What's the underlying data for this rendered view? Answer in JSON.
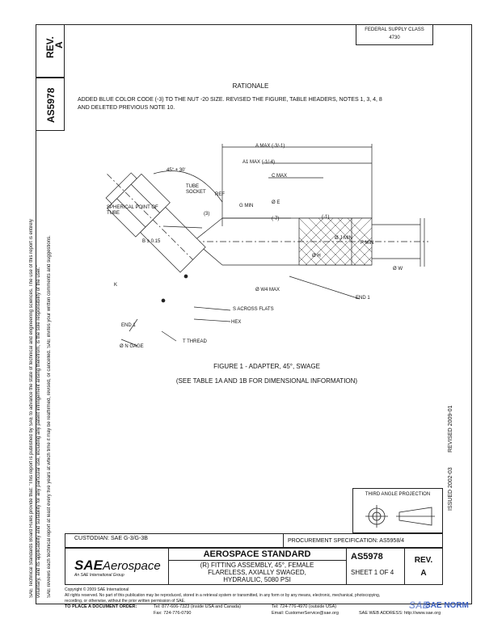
{
  "header": {
    "rev_label": "REV.",
    "rev_value": "A",
    "doc_number": "AS5978",
    "federal_supply_line1": "FEDERAL SUPPLY CLASS",
    "federal_supply_line2": "4730"
  },
  "left_margin": {
    "line1": "SAE Technical Standards Board Rules provide that: \"This report is published by SAE to advance the state of technical and engineering sciences. The use of this report is entirely",
    "line2": "voluntary, and its applicability and suitability for any particular use, including any patent infringement arising therefrom, is the sole responsibility of the user.\"",
    "line3": "SAE reviews each technical report at least every five years at which time it may be reaffirmed, revised, or cancelled. SAE invites your written comments and suggestions."
  },
  "rationale": {
    "title": "RATIONALE",
    "text_line1": "ADDED BLUE COLOR CODE (-3) TO THE NUT -20 SIZE. REVISED THE FIGURE, TABLE HEADERS, NOTES 1, 3, 4, 8",
    "text_line2": "AND DELETED PREVIOUS NOTE 10."
  },
  "figure": {
    "labels": {
      "a_max": "A MAX (-3/-1)",
      "a1_max": "A1 MAX (-1/-4)",
      "c_max": "C MAX",
      "angle": "45° ± 30'",
      "tube_socket": "TUBE SOCKET",
      "spherical_point": "SPHERICAL POINT OF TUBE",
      "ref": "REF",
      "g_min": "G MIN",
      "dia_e": "Ø E",
      "note3": "(3)",
      "note_7": "(-7)",
      "note_1": "(-1)",
      "f_min": "F MIN",
      "dia_j_min": "Ø J MIN",
      "dia_h": "Ø H",
      "dia_w": "Ø W",
      "b_dim": "B ± 0.15",
      "k": "K",
      "dia_w4_max": "Ø W4 MAX",
      "end1_right": "END 1",
      "across_flats": "S ACROSS FLATS",
      "hex": "HEX",
      "end1_left": "END 1",
      "t_thread": "T THREAD",
      "dia_n_gage": "Ø N GAGE"
    },
    "caption": "FIGURE 1 - ADAPTER, 45°, SWAGE",
    "subcaption": "(SEE TABLE 1A AND 1B FOR DIMENSIONAL INFORMATION)"
  },
  "side_notes": {
    "issued": "ISSUED 2002-03",
    "revised": "REVISED 2009-01"
  },
  "projection": {
    "label": "THIRD ANGLE PROJECTION"
  },
  "custodian": "CUSTODIAN: SAE G-3/G-3B",
  "procurement": "PROCUREMENT SPECIFICATION: AS5958/4",
  "title_block": {
    "logo_sae": "SAE",
    "logo_aerospace": "Aerospace",
    "logo_subtitle": "An SAE International Group",
    "standard": "AEROSPACE STANDARD",
    "title_line1": "(R) FITTING ASSEMBLY, 45°, FEMALE",
    "title_line2": "FLARELESS, AXIALLY SWAGED,",
    "title_line3": "HYDRAULIC, 5080 PSI",
    "doc_number": "AS5978",
    "sheet": "SHEET 1 OF 4",
    "rev_label": "REV.",
    "rev_value": "A"
  },
  "footer": {
    "copyright": "Copyright © 2009 SAE International",
    "rights": "All rights reserved. No part of this publication may be reproduced, stored in a retrieval system or transmitted, in any form or by any means, electronic, mechanical, photocopying,",
    "rights2": "recording, or otherwise, without the prior written permission of SAE.",
    "order_label": "TO PLACE A DOCUMENT ORDER:",
    "tel1": "Tel: 877-606-7323 (inside USA and Canada)",
    "tel2": "Tel: 724-776-4970 (outside USA)",
    "fax": "Fax: 724-776-0790",
    "email": "Email: CustomerService@sae.org",
    "web": "SAE WEB ADDRESS: http://www.sae.org"
  },
  "watermark": {
    "sae": "SAE",
    "norm": "SAE NORM"
  }
}
